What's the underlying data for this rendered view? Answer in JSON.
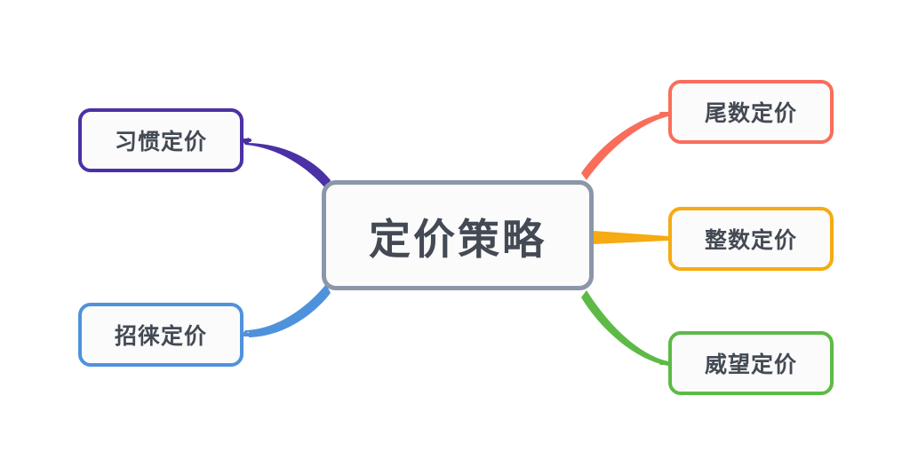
{
  "diagram": {
    "type": "mind-map",
    "orientation": "horizontal-bilateral",
    "background_color": "#ffffff",
    "text_color": "#434a54"
  },
  "central": {
    "label": "定价策略",
    "border_color": "#8b96a8",
    "fill_color": "#fbfbfb"
  },
  "branches": {
    "left": [
      {
        "label": "习惯定价",
        "color": "#4b31a5"
      },
      {
        "label": "招徕定价",
        "color": "#4f92dc"
      }
    ],
    "right": [
      {
        "label": "尾数定价",
        "color": "#fa6d5b"
      },
      {
        "label": "整数定价",
        "color": "#f5ab11"
      },
      {
        "label": "威望定价",
        "color": "#5dba47"
      }
    ]
  }
}
